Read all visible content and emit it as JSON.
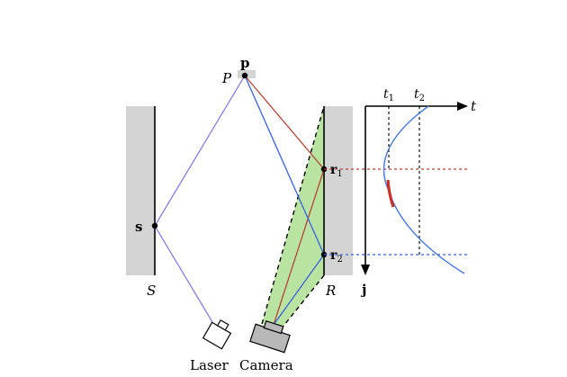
{
  "labels": {
    "point_p": "p",
    "point_P": "P",
    "point_s": "s",
    "surface_S": "S",
    "surface_R": "R",
    "point_r1_base": "r",
    "point_r1_sub": "1",
    "point_r2_base": "r",
    "point_r2_sub": "2",
    "laser": "Laser",
    "camera": "Camera",
    "axis_t": "t",
    "axis_j": "j",
    "tick_t1_base": "t",
    "tick_t1_sub": "1",
    "tick_t2_base": "t",
    "tick_t2_sub": "2"
  },
  "colors": {
    "wall_fill": "#d4d4d4",
    "laser_path": "#8a7fe0",
    "red_path": "#b5443a",
    "blue_path": "#3c5fe0",
    "camera_fov": "#b9e3a1",
    "camera_body": "#b8b8b8",
    "curve_blue": "#4a78e0",
    "curve_red": "#c8302a",
    "ink": "#000000"
  }
}
